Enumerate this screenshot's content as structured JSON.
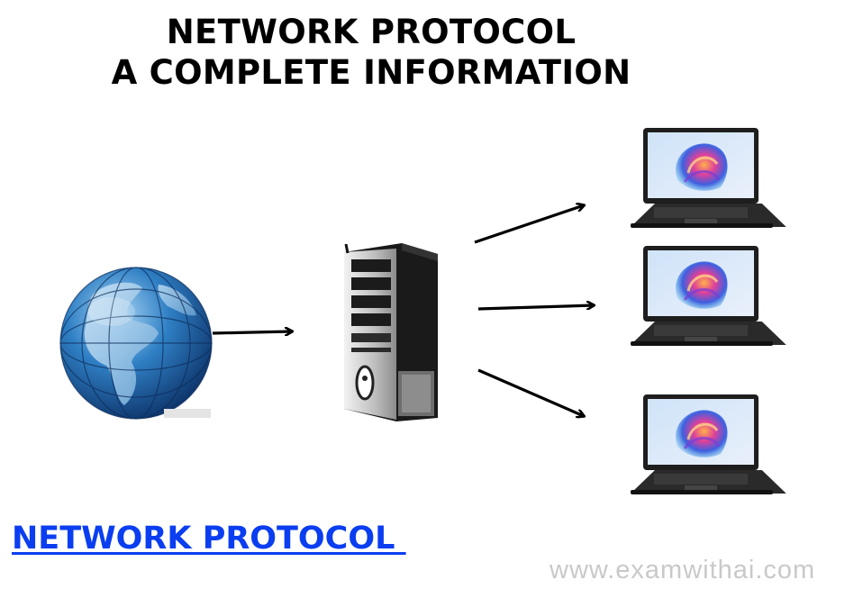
{
  "title": {
    "line1": "NETWORK PROTOCOL",
    "line2": "A COMPLETE INFORMATION"
  },
  "footer": {
    "link_text": "NETWORK PROTOCOL ",
    "website": "www.examwithai.com",
    "link_color": "#0a3ef0"
  },
  "icons": [
    "globe-icon",
    "server-tower-icon",
    "laptop-icon"
  ]
}
